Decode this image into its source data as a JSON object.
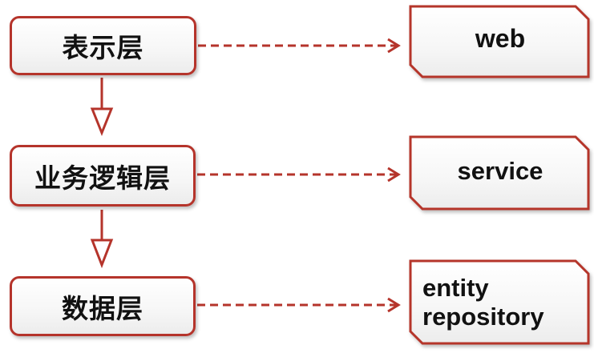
{
  "layers": [
    {
      "label": "表示层"
    },
    {
      "label": "业务逻辑层"
    },
    {
      "label": "数据层"
    }
  ],
  "technologies": [
    {
      "lines": [
        "web"
      ]
    },
    {
      "lines": [
        "service"
      ]
    },
    {
      "lines": [
        "entity",
        "repository"
      ]
    }
  ],
  "colors": {
    "stroke": "#b5342b",
    "text": "#111111",
    "box_fill": "#ffffff"
  }
}
